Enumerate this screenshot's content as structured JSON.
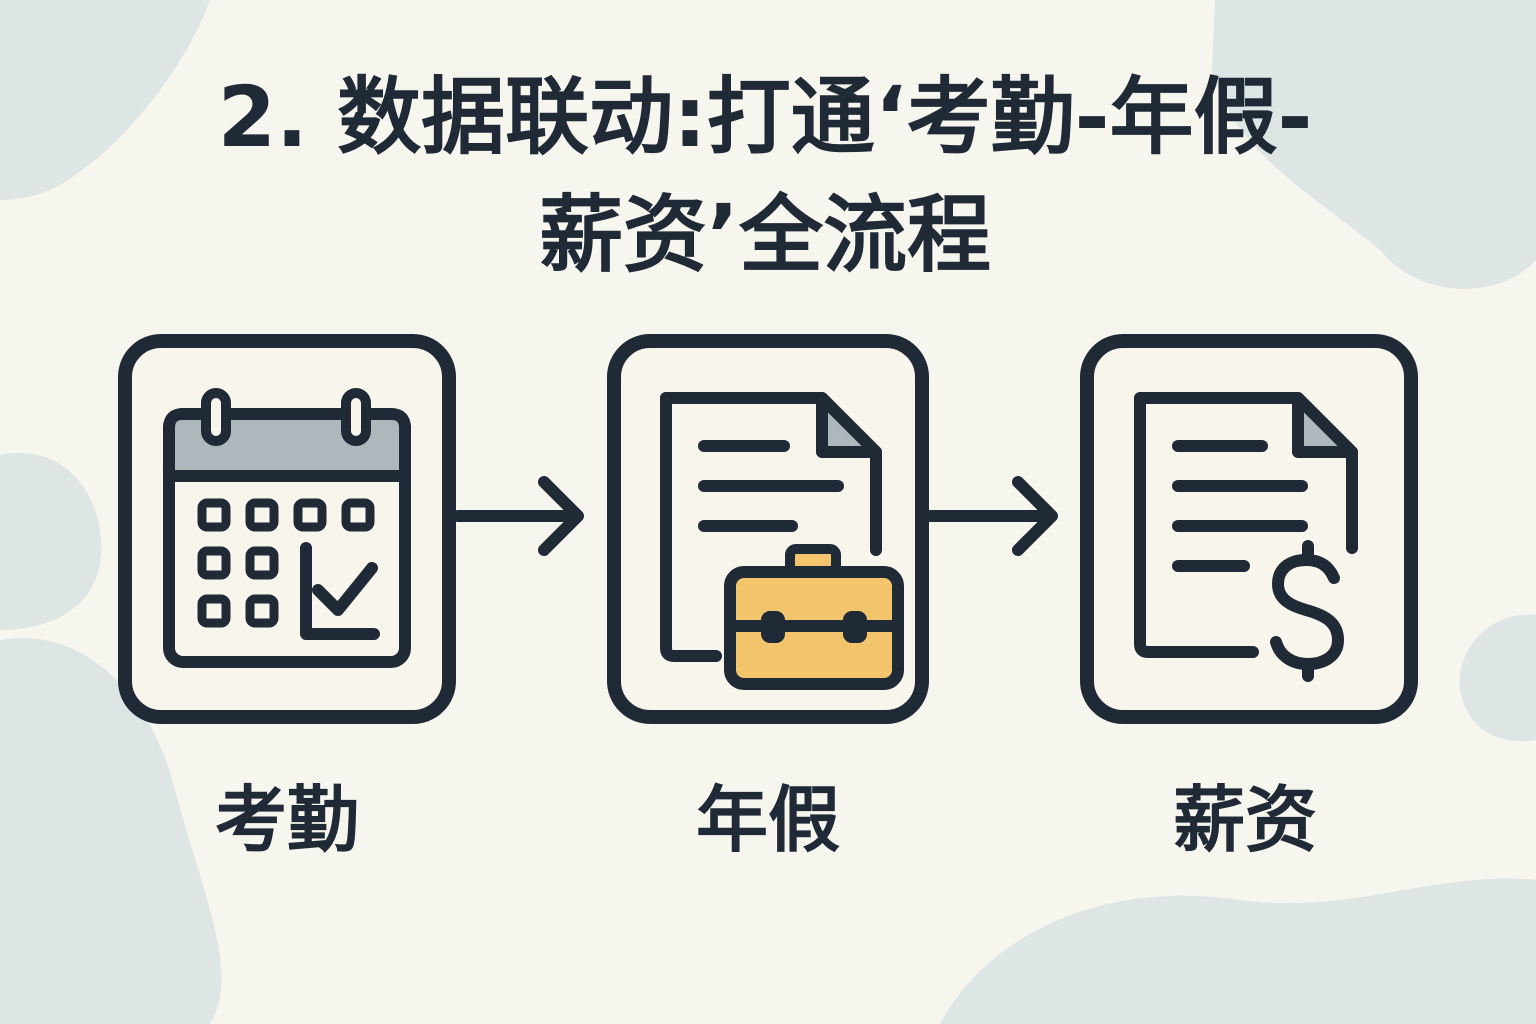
{
  "title": {
    "line1": "2. 数据联动:打通‘考勤-年假-",
    "line2": "薪资’全流程"
  },
  "steps": [
    {
      "label": "考勤",
      "icon": "calendar-check-icon"
    },
    {
      "label": "年假",
      "icon": "document-briefcase-icon"
    },
    {
      "label": "薪资",
      "icon": "document-dollar-icon"
    }
  ],
  "colors": {
    "background": "#f7f6ee",
    "blob": "#dde6e4",
    "ink": "#1f2a36",
    "calendar_header": "#aeb8bc",
    "briefcase": "#f2c46b",
    "document_fold": "#aeb8bc",
    "box_fill": "#f8f6ec"
  }
}
